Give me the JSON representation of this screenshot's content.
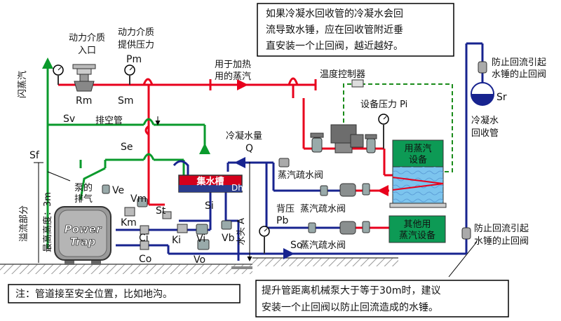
{
  "notes": {
    "top": [
      "如果冷凝水回收管的冷凝水会回",
      "流导致水锤，应在回收管附近垂",
      "直安装一个止回阀，越近越好。"
    ],
    "bottom_left": "注：管道接至安全位置，比如地沟。",
    "bottom_right": [
      "提升管距离机械泵大于等于30m时，建议",
      "安装一个止回阀以防止回流造成的水锤。"
    ]
  },
  "labels": {
    "motive_inlet": [
      "动力介质",
      "入口"
    ],
    "motive_pressure": [
      "动力介质",
      "提供压力"
    ],
    "pm": "Pm",
    "rm": "Rm",
    "sm": "Sm",
    "heating_steam": [
      "用于加热",
      "用的蒸汽"
    ],
    "temp_controller": "温度控制器",
    "equip_pressure": "设备压力 Pi",
    "flash_steam": "闪蒸汽",
    "sv": "Sv",
    "vent_pipe": "排空管",
    "se": "Se",
    "sf": "Sf",
    "overflow": "溢流部分",
    "min_height": "最高高度：3m",
    "pump_vent": [
      "泵的",
      "排气"
    ],
    "ve": "Ve",
    "vm": "Vm",
    "st": "St",
    "km": "Km",
    "ci": "Ci",
    "co": "Co",
    "ki": "Ki",
    "vi": "Vi",
    "vo": "Vo",
    "si": "Si",
    "vb": "Vb",
    "head": "水头 A",
    "back_pressure": "背压",
    "pb": "Pb",
    "so": "So",
    "cond_qty": "冷凝水量",
    "q": "Q",
    "receiver": "集水槽",
    "dh": "Dh",
    "trap1": "蒸汽疏水阀",
    "trap2": "蒸汽疏水阀",
    "trap3": "蒸汽疏水阀",
    "steam_equipment": [
      "用蒸汽",
      "设备"
    ],
    "other_equipment": [
      "其他用",
      "蒸汽设备"
    ],
    "check_top": [
      "防止回流引起",
      "水锤的止回阀"
    ],
    "check_bottom": [
      "防止回流引起",
      "水锤的止回阀"
    ],
    "sr": "Sr",
    "return_tank": [
      "冷凝水",
      "回收管"
    ],
    "pump_brand": [
      "Power",
      "Trap"
    ]
  },
  "colors": {
    "steam": "#e8001c",
    "condensate": "#17238f",
    "vent": "#0a9a2c",
    "control": "#1a8c1a",
    "equipment": "#0d9a55"
  }
}
